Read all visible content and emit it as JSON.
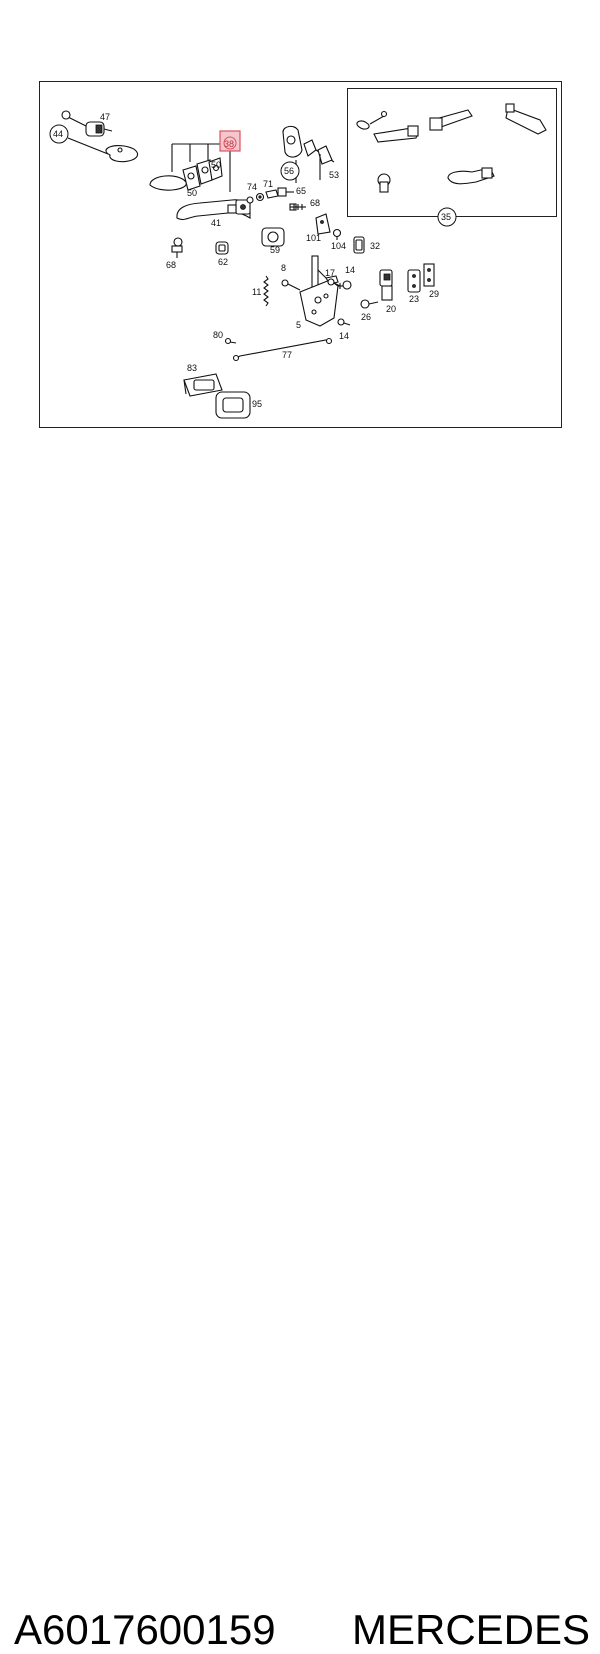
{
  "diagram": {
    "callouts": {
      "c47": "47",
      "c44": "44",
      "c50a": "50",
      "c50b": "50",
      "c38": "38",
      "c74": "74",
      "c71": "71",
      "c65": "65",
      "c68a": "68",
      "c41": "41",
      "c56": "56",
      "c53": "53",
      "c35": "35",
      "c68b": "68",
      "c62": "62",
      "c59": "59",
      "c101": "101",
      "c104": "104",
      "c32": "32",
      "c8": "8",
      "c11": "11",
      "c17": "17",
      "c14a": "14",
      "c26": "26",
      "c20": "20",
      "c23": "23",
      "c29": "29",
      "c5": "5",
      "c14b": "14",
      "c80": "80",
      "c77": "77",
      "c83": "83",
      "c95": "95"
    },
    "highlight_color": "#e05060"
  },
  "footer": {
    "part_number": "A6017600159",
    "brand": "MERCEDES"
  }
}
